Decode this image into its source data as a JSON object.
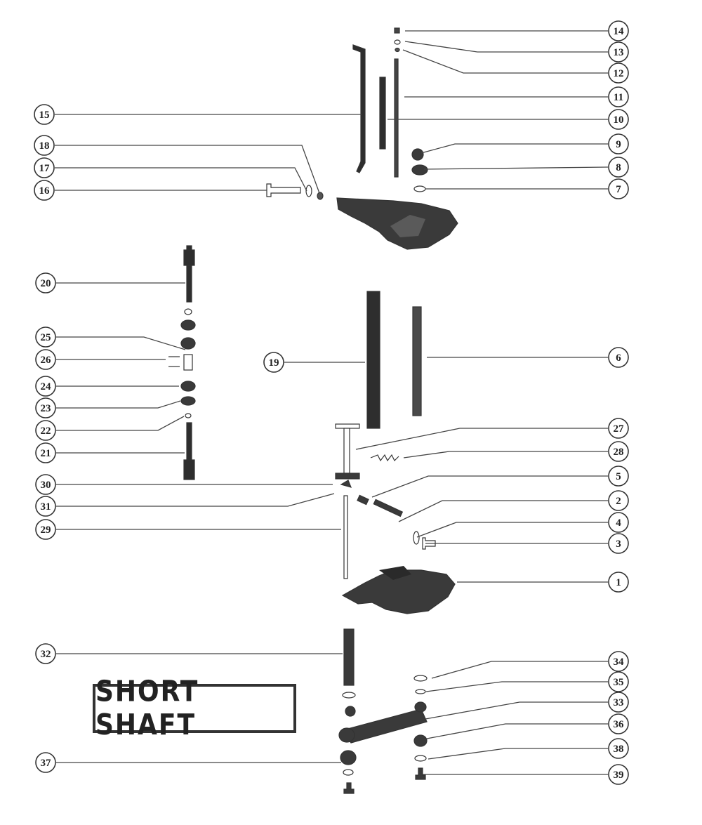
{
  "diagram": {
    "title": "SHORT SHAFT",
    "callouts": [
      "14",
      "13",
      "12",
      "11",
      "10",
      "9",
      "8",
      "7",
      "15",
      "18",
      "17",
      "16",
      "20",
      "25",
      "26",
      "24",
      "23",
      "22",
      "21",
      "19",
      "6",
      "27",
      "28",
      "5",
      "30",
      "2",
      "31",
      "4",
      "3",
      "29",
      "1",
      "32",
      "34",
      "35",
      "33",
      "36",
      "37",
      "38",
      "39"
    ]
  },
  "colors": {
    "ink": "#333333",
    "part_fill": "#3a3a3a",
    "background": "#ffffff"
  }
}
